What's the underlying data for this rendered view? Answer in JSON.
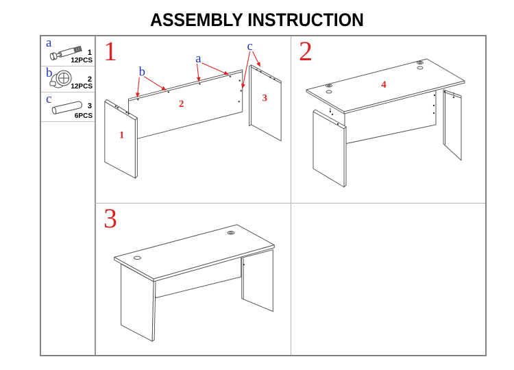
{
  "title": "ASSEMBLY INSTRUCTION",
  "colors": {
    "accent_red": "#dd2222",
    "accent_blue": "#2233bb",
    "line_art": "#555555",
    "frame_border": "#818181",
    "divider": "#b5b5b5"
  },
  "parts_list": [
    {
      "letter": "a",
      "number": "1",
      "qty": "12PCS",
      "icon": "cam-bolt-icon"
    },
    {
      "letter": "b",
      "number": "2",
      "qty": "12PCS",
      "icon": "cam-lock-icon"
    },
    {
      "letter": "c",
      "number": "3",
      "qty": "6PCS",
      "icon": "wood-dowel-icon"
    }
  ],
  "steps": {
    "step1": {
      "number": "1",
      "callout_a": "a",
      "callout_b": "b",
      "callout_c": "c",
      "part1": "1",
      "part2": "2",
      "part3": "3"
    },
    "step2": {
      "number": "2",
      "part4": "4"
    },
    "step3": {
      "number": "3"
    },
    "step4": {}
  }
}
